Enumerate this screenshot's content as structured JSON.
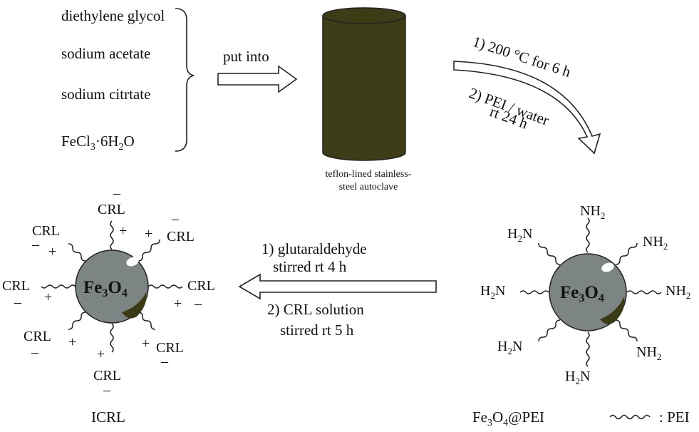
{
  "reagents": [
    {
      "text": "diethylene glycol"
    },
    {
      "text": "sodium acetate"
    },
    {
      "text": "sodium citrtate"
    },
    {
      "text": "FeCl",
      "sub1": "3",
      "mid": "·6H",
      "sub2": "2",
      "tail": "O"
    }
  ],
  "step1": {
    "arrow_label": "put into"
  },
  "autoclave": {
    "caption_line1": "teflon-lined stainless-",
    "caption_line2": "steel autoclave"
  },
  "step2": {
    "cond1": "1) 200 °C for 6 h",
    "cond2a": "2) PEI / water",
    "cond2b": "rt 24 h"
  },
  "step3": {
    "cond1a": "1) glutaraldehyde",
    "cond1b": "stirred rt 4 h",
    "cond2a": "2) CRL solution",
    "cond2b": "stirred rt 5 h"
  },
  "particle": {
    "core_main": "Fe",
    "core_sub1": "3",
    "core_mid": "O",
    "core_sub2": "4"
  },
  "amine": {
    "nh_main": "NH",
    "nh_sub": "2",
    "hn_main": "H",
    "hn_sub": "2",
    "hn_tail": "N"
  },
  "enzyme": {
    "label": "CRL",
    "plus": "+",
    "minus": "–"
  },
  "products": {
    "icrl": "ICRL",
    "fe_pei_a": "Fe",
    "fe_pei_sub1": "3",
    "fe_pei_b": "O",
    "fe_pei_sub2": "4",
    "fe_pei_c": "@PEI",
    "legend": ": PEI"
  },
  "colors": {
    "autoclave": "#3c3c17",
    "sphere": "#7d8484",
    "sphere_spot": "#3a3a16",
    "arrow_fill": "#ffffff"
  }
}
